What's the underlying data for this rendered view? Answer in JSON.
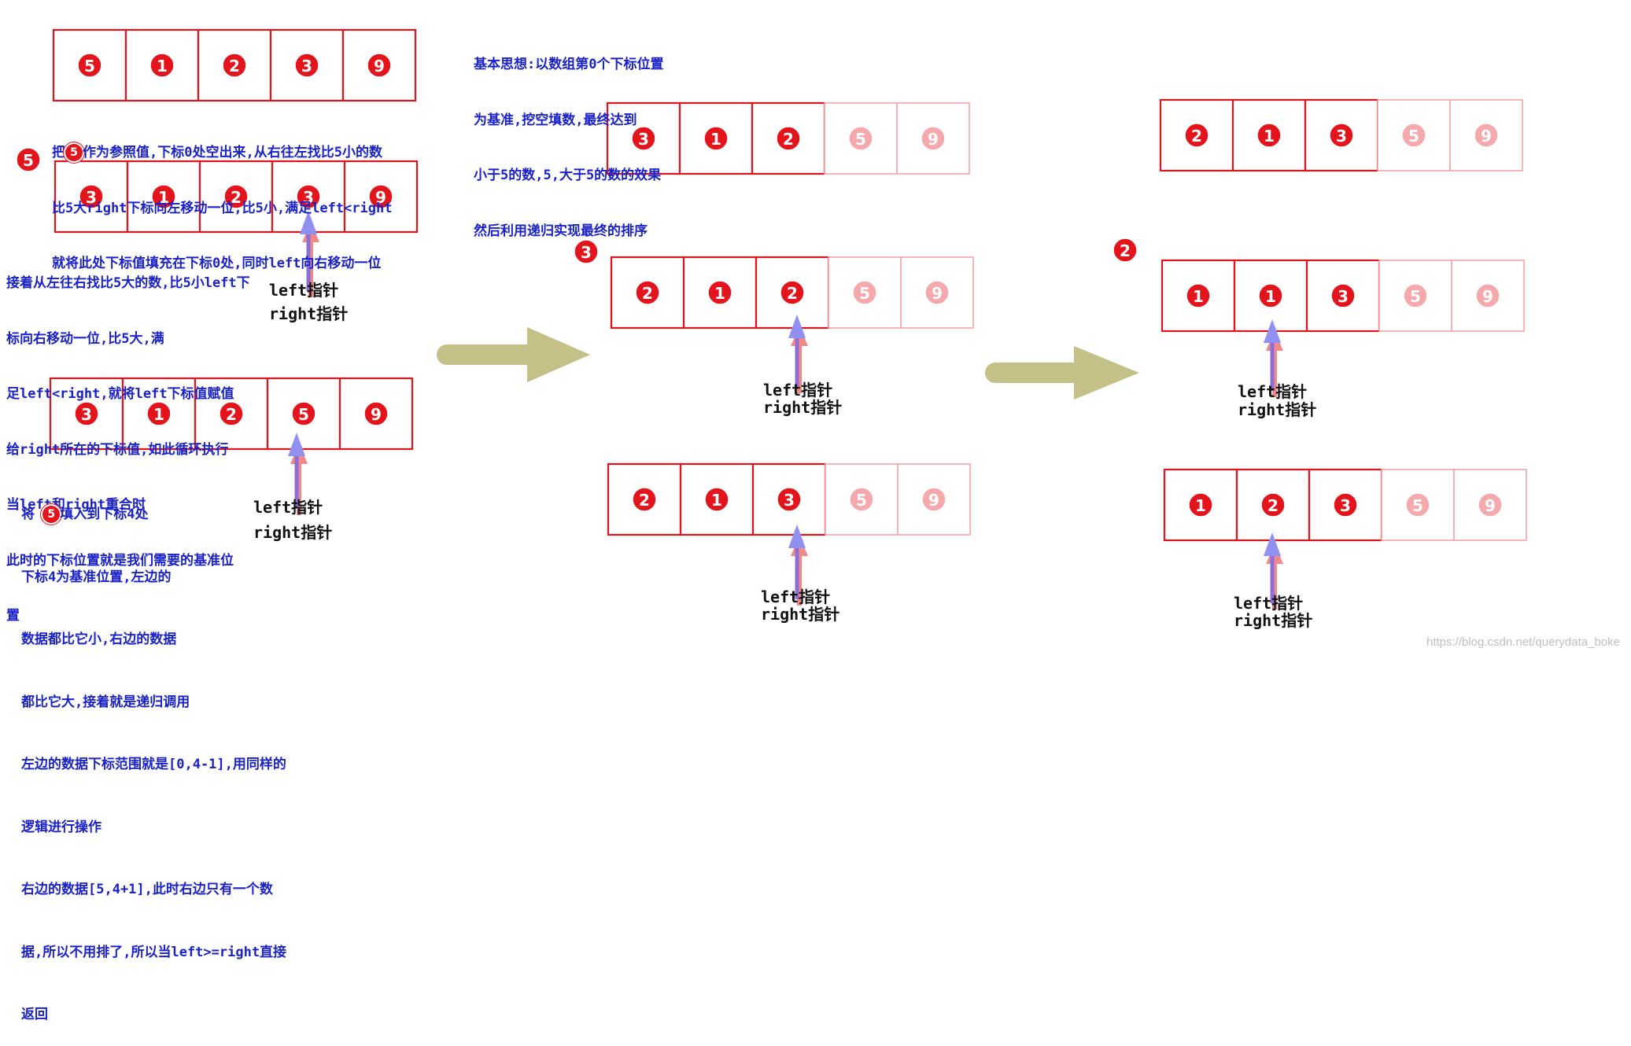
{
  "colors": {
    "cell_border": "#e0141e",
    "ball": "#e4141c",
    "ball_faded": "#f6a9ac",
    "text": "#1a22c8",
    "arrow_big": "#c3c088",
    "pointer_right": "#f08a8a",
    "pointer_left": "#9090f0"
  },
  "notes": {
    "top_center": [
      "基本思想:以数组第0个下标位置",
      "为基准,挖空填数,最终达到",
      "小于5的数,5,大于5的数的效果",
      "然后利用递归实现最终的排序"
    ],
    "step1_prefix": "把",
    "step1_pivot": "5",
    "step1_line1": "作为参照值,下标0处空出来,从右往左找比5小的数",
    "step1_rest": [
      "比5大right下标向左移动一位,比5小,满足left<right",
      "就将此处下标值填充在下标0处,同时left向右移动一位"
    ],
    "step2": [
      "接着从左往右找比5大的数,比5小left下",
      "标向右移动一位,比5大,满",
      "足left<right,就将left下标值赋值",
      "给right所在的下标值,如此循环执行",
      "当left和right重合时",
      "此时的下标位置就是我们需要的基准位",
      "置"
    ],
    "step3_prefix": "将",
    "step3_pivot": "5",
    "step3_line1": "填入到下标4处",
    "step3_rest": [
      "下标4为基准位置,左边的",
      "数据都比它小,右边的数据",
      "都比它大,接着就是递归调用",
      "左边的数据下标范围就是[0,4-1],用同样的",
      "逻辑进行操作",
      "右边的数据[5,4+1],此时右边只有一个数",
      "据,所以不用排了,所以当left>=right直接",
      "返回"
    ]
  },
  "pointer": {
    "left": "left指针",
    "right": "right指针"
  },
  "watermark": "https://blog.csdn.net/querydata_boke",
  "arrays": [
    {
      "name": "left-array-initial",
      "values": [
        "5",
        "1",
        "2",
        "3",
        "9"
      ],
      "faded": [
        false,
        false,
        false,
        false,
        false
      ]
    },
    {
      "name": "left-array-step1",
      "values": [
        "3",
        "1",
        "2",
        "3",
        "9"
      ],
      "faded": [
        false,
        false,
        false,
        false,
        false
      ]
    },
    {
      "name": "left-array-final",
      "values": [
        "3",
        "1",
        "2",
        "5",
        "9"
      ],
      "faded": [
        false,
        false,
        false,
        false,
        false
      ]
    },
    {
      "name": "middle-array-1",
      "values": [
        "3",
        "1",
        "2",
        "5",
        "9"
      ],
      "faded": [
        false,
        false,
        false,
        true,
        true
      ]
    },
    {
      "name": "middle-array-2",
      "values": [
        "2",
        "1",
        "2",
        "5",
        "9"
      ],
      "faded": [
        false,
        false,
        false,
        true,
        true
      ]
    },
    {
      "name": "middle-array-3",
      "values": [
        "2",
        "1",
        "3",
        "5",
        "9"
      ],
      "faded": [
        false,
        false,
        false,
        true,
        true
      ]
    },
    {
      "name": "right-array-1",
      "values": [
        "2",
        "1",
        "3",
        "5",
        "9"
      ],
      "faded": [
        false,
        false,
        false,
        true,
        true
      ]
    },
    {
      "name": "right-array-2",
      "values": [
        "1",
        "1",
        "3",
        "5",
        "9"
      ],
      "faded": [
        false,
        false,
        false,
        true,
        true
      ]
    },
    {
      "name": "right-array-3",
      "values": [
        "1",
        "2",
        "3",
        "5",
        "9"
      ],
      "faded": [
        false,
        false,
        false,
        true,
        true
      ]
    }
  ],
  "loose_balls": [
    {
      "name": "pivot-ball-5",
      "value": "5"
    },
    {
      "name": "pivot-ball-3",
      "value": "3"
    },
    {
      "name": "pivot-ball-2",
      "value": "2"
    }
  ]
}
